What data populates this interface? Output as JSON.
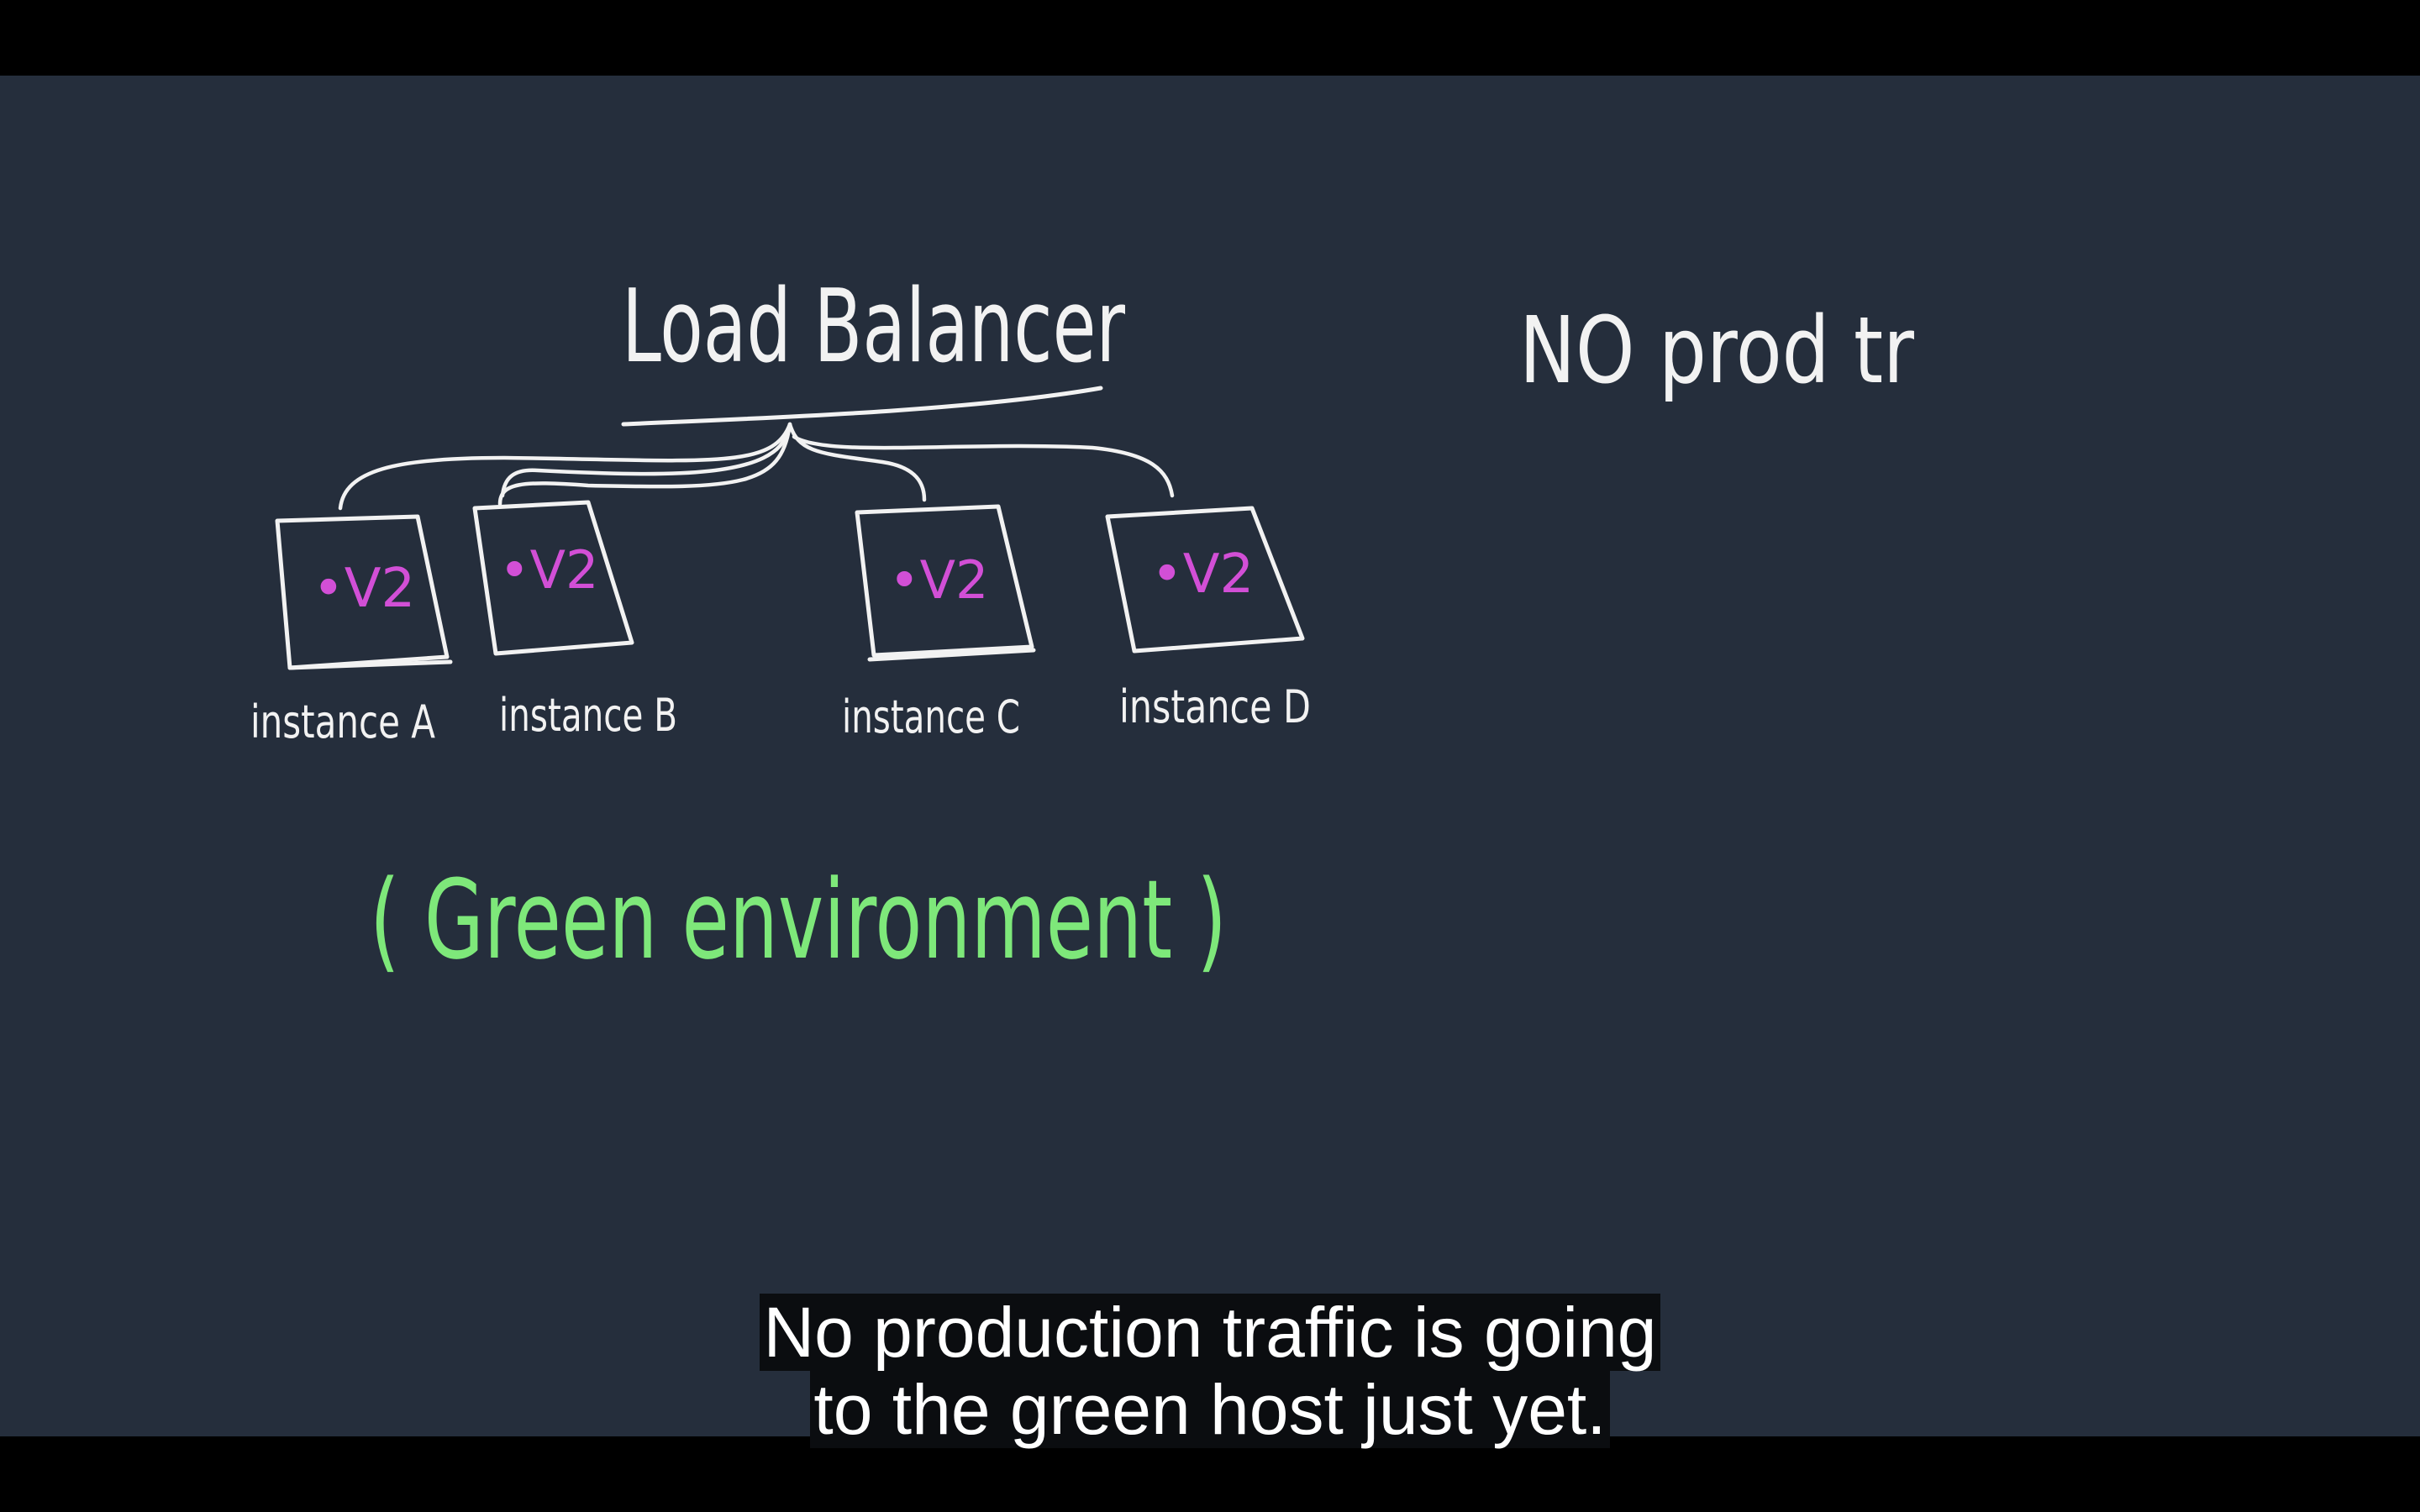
{
  "diagram": {
    "title": "Load Balancer",
    "note": "NO prod tr",
    "instances": [
      {
        "version": "•V2",
        "label": "instance A"
      },
      {
        "version": "•V2",
        "label": "instance B"
      },
      {
        "version": "•V2",
        "label": "instance C"
      },
      {
        "version": "•V2",
        "label": "instance D"
      }
    ],
    "environment": "( Green environment )"
  },
  "captions": {
    "line1": "No production traffic is going",
    "line2": "to the green host just yet."
  },
  "colors": {
    "board": "#252e3c",
    "chalk": "#f2f2f2",
    "version": "#d24fd6",
    "green": "#7ee87a"
  }
}
